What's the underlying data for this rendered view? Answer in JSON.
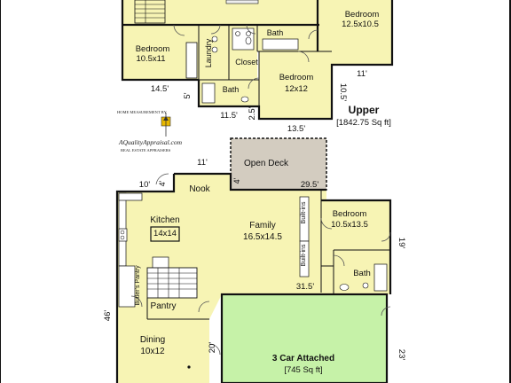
{
  "upper": {
    "title": "Upper",
    "area": "[1842.75 Sq ft]",
    "rooms": {
      "bedroom_top_right": {
        "name": "Bedroom",
        "dims": "12.5x10.5"
      },
      "bedroom_left": {
        "name": "Bedroom",
        "dims": "10.5x11"
      },
      "bedroom_center": {
        "name": "Bedroom",
        "dims": "12x12"
      },
      "bath_top": {
        "name": "Bath"
      },
      "bath_lower": {
        "name": "Bath"
      },
      "laundry": {
        "name": "Laundry"
      },
      "closet": {
        "name": "Closet"
      }
    },
    "dimensions": [
      "11'",
      "14.5'",
      "5'",
      "10.5'",
      "11.5'",
      "2.5'",
      "13.5'"
    ]
  },
  "logo": {
    "line1": "HOME MEASUREMENT BY",
    "line2": "AQualityAppraisal.com",
    "line3": "REAL ESTATE APPRAISERS"
  },
  "main": {
    "rooms": {
      "open_deck": {
        "name": "Open Deck"
      },
      "nook": {
        "name": "Nook"
      },
      "kitchen": {
        "name": "Kitchen",
        "dims": "14x14"
      },
      "family": {
        "name": "Family",
        "dims": "16.5x14.5"
      },
      "bedroom": {
        "name": "Bedroom",
        "dims": "10.5x13.5"
      },
      "bath": {
        "name": "Bath"
      },
      "pantry": {
        "name": "Pantry"
      },
      "butlers_pantry": {
        "name": "Butler's Pantry"
      },
      "dining": {
        "name": "Dining",
        "dims": "10x12"
      },
      "built_ins_1": {
        "name": "Built-ins"
      },
      "built_ins_2": {
        "name": "Built-ins"
      }
    },
    "garage": {
      "name": "3 Car Attached",
      "area": "[745 Sq ft]"
    },
    "dimensions": [
      "11'",
      "10'",
      "4'",
      "4'",
      "29.5'",
      "19'",
      "31.5'",
      "46'",
      "20'",
      "23'"
    ]
  }
}
